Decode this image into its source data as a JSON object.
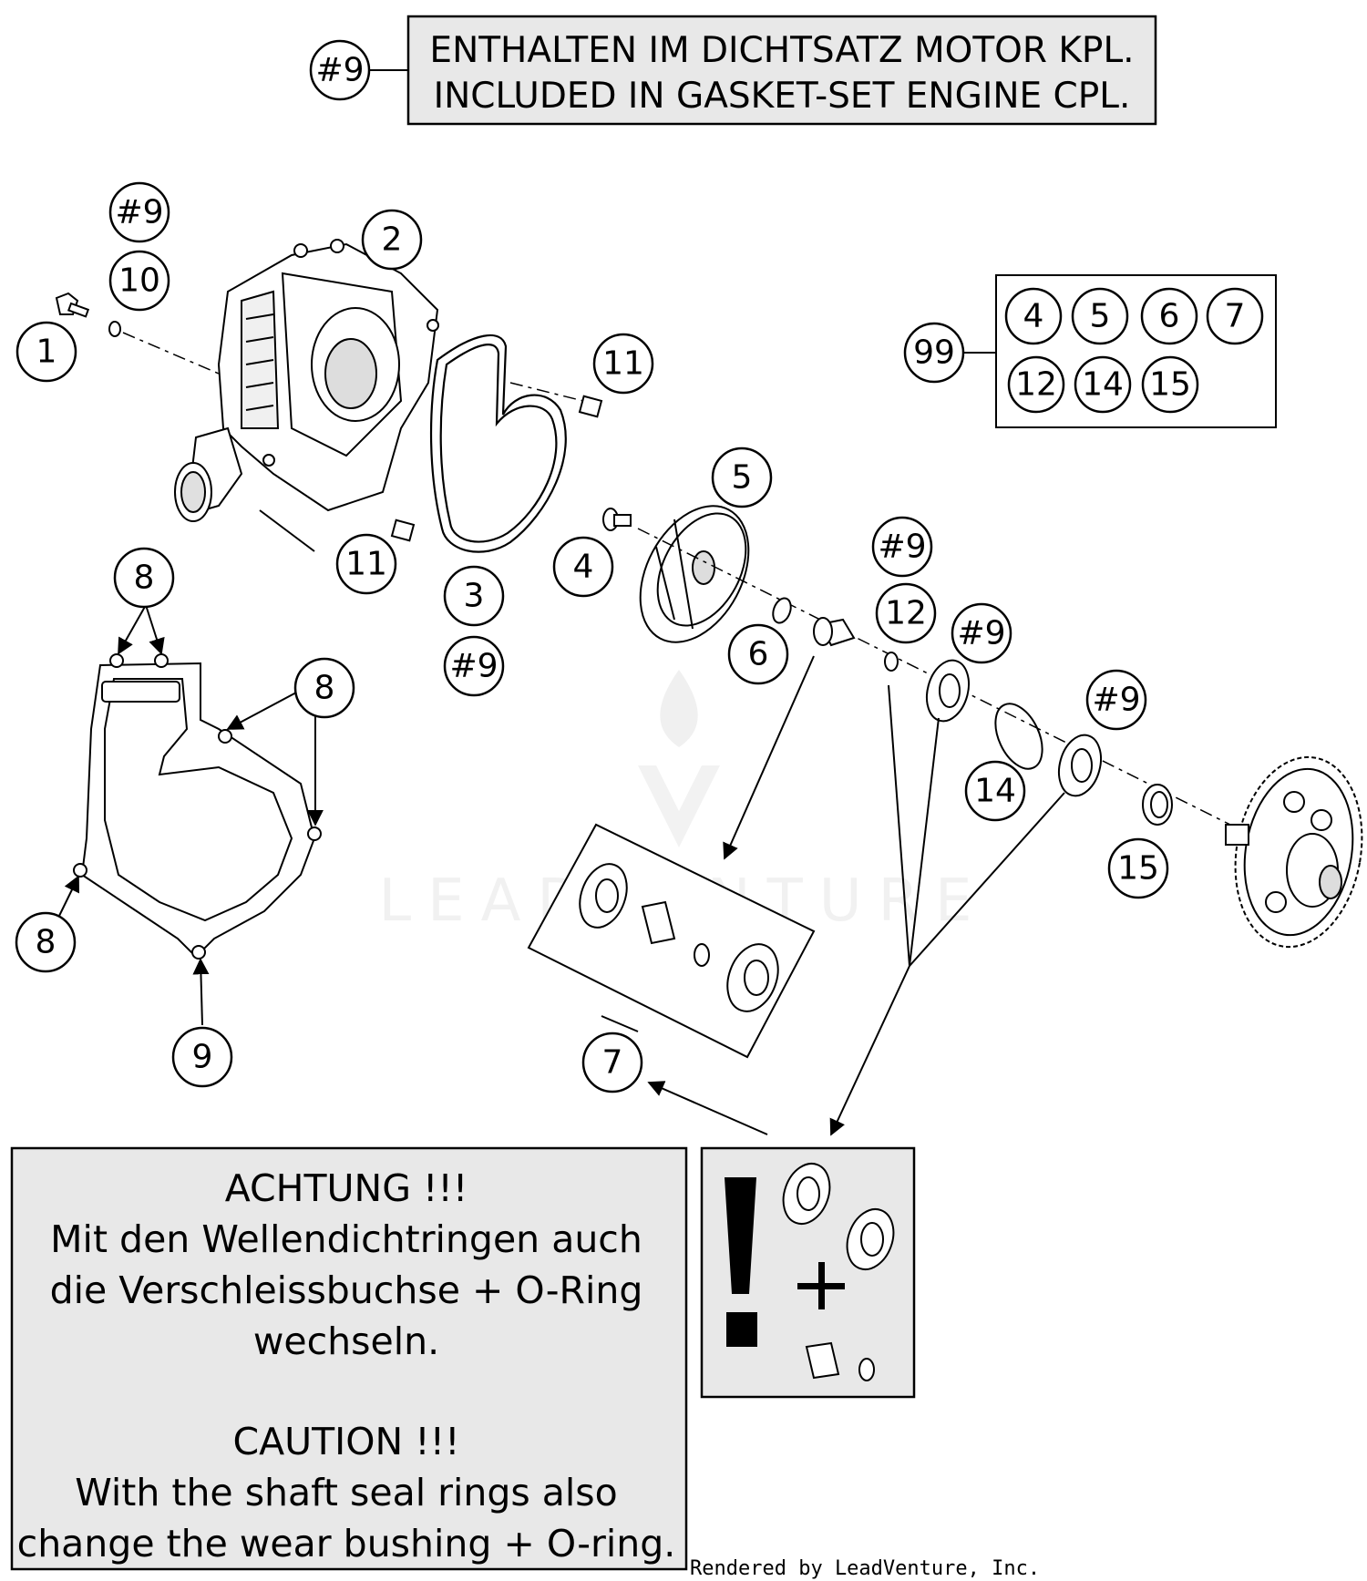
{
  "header_note": {
    "ref": "#9",
    "line1": "ENTHALTEN IM DICHTSATZ MOTOR KPL.",
    "line2": "INCLUDED IN GASKET-SET ENGINE CPL."
  },
  "callouts": {
    "c1": "1",
    "c2": "2",
    "c3": "3",
    "c4": "4",
    "c5": "5",
    "c6": "6",
    "c7": "7",
    "c8": "8",
    "c9": "9",
    "c10": "10",
    "c11": "11",
    "c12": "12",
    "c14": "14",
    "c15": "15",
    "c99": "99",
    "ref9": "#9"
  },
  "kit_box": {
    "items_row1": [
      "4",
      "5",
      "6",
      "7"
    ],
    "items_row2": [
      "12",
      "14",
      "15"
    ]
  },
  "caution_box": {
    "de_title": "ACHTUNG !!!",
    "de_line1": "Mit den Wellendichtringen auch",
    "de_line2": "die Verschleissbuchse + O-Ring",
    "de_line3": "wechseln.",
    "en_title": "CAUTION !!!",
    "en_line1": "With the shaft seal rings also",
    "en_line2": "change the wear bushing + O-ring."
  },
  "icons": {
    "exclamation": "exclamation-icon",
    "plus": "plus-icon"
  },
  "watermark": "LEADVENTURE",
  "footer": "Rendered by LeadVenture, Inc."
}
